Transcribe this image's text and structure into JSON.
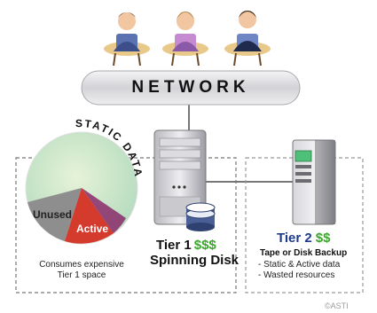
{
  "network": {
    "label": "NETWORK"
  },
  "pie": {
    "static_label_1": "STATIC",
    "static_label_2": "DATA",
    "unused_label": "Unused",
    "active_label": "Active"
  },
  "tier1": {
    "title": "Tier 1",
    "cost": "$$$",
    "subtitle": "Spinning Disk",
    "note_line1": "Consumes expensive",
    "note_line2": "Tier 1 space"
  },
  "tier2": {
    "title": "Tier 2",
    "cost": "$$",
    "subtitle": "Tape or Disk Backup",
    "bullet1": "- Static & Active data",
    "bullet2": "- Wasted resources"
  },
  "credit": "©ASTI",
  "colors": {
    "network_bar": "#d9d9db",
    "cost_green": "#3aa62b",
    "tier2_blue": "#1e3a8a",
    "pie_static": "#c8e6c0",
    "pie_unused": "#8c8c8c",
    "pie_active": "#d43b2c"
  },
  "icons": [
    "user-icon",
    "user-icon",
    "user-icon",
    "server-icon",
    "database-icon",
    "backup-server-icon"
  ]
}
